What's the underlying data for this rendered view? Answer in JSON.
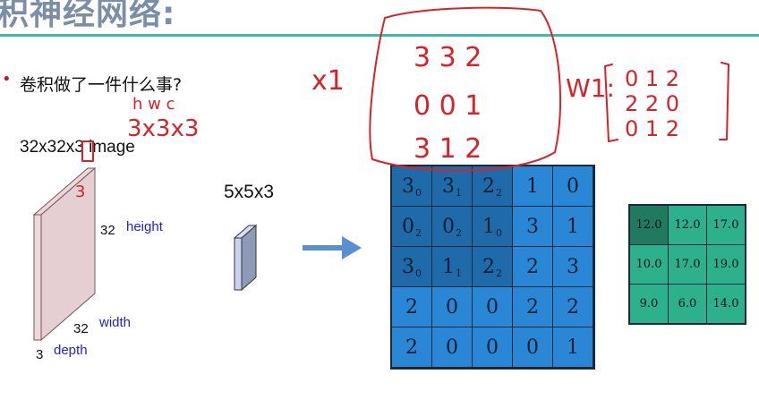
{
  "slide": {
    "title": "积神经网络:",
    "question": "卷积做了一件什么事?",
    "image_label": "32x32x3 image",
    "kernel_label": "5x5x3",
    "dims": {
      "height_value": "32",
      "height_label": "height",
      "width_value": "32",
      "width_label": "width",
      "depth_value": "3",
      "depth_label": "depth"
    },
    "input_grid": [
      [
        {
          "v": "3",
          "s": "0"
        },
        {
          "v": "3",
          "s": "1"
        },
        {
          "v": "2",
          "s": "2"
        },
        {
          "v": "1",
          "s": ""
        },
        {
          "v": "0",
          "s": ""
        }
      ],
      [
        {
          "v": "0",
          "s": "2"
        },
        {
          "v": "0",
          "s": "2"
        },
        {
          "v": "1",
          "s": "0"
        },
        {
          "v": "3",
          "s": ""
        },
        {
          "v": "1",
          "s": ""
        }
      ],
      [
        {
          "v": "3",
          "s": "0"
        },
        {
          "v": "1",
          "s": "1"
        },
        {
          "v": "2",
          "s": "2"
        },
        {
          "v": "2",
          "s": ""
        },
        {
          "v": "3",
          "s": ""
        }
      ],
      [
        {
          "v": "2",
          "s": ""
        },
        {
          "v": "0",
          "s": ""
        },
        {
          "v": "0",
          "s": ""
        },
        {
          "v": "2",
          "s": ""
        },
        {
          "v": "2",
          "s": ""
        }
      ],
      [
        {
          "v": "2",
          "s": ""
        },
        {
          "v": "0",
          "s": ""
        },
        {
          "v": "0",
          "s": ""
        },
        {
          "v": "0",
          "s": ""
        },
        {
          "v": "1",
          "s": ""
        }
      ]
    ],
    "output_grid": [
      [
        "12.0",
        "12.0",
        "17.0"
      ],
      [
        "10.0",
        "17.0",
        "19.0"
      ],
      [
        "9.0",
        "6.0",
        "14.0"
      ]
    ]
  },
  "annotations": {
    "x1_label": "x1",
    "x1_rows": [
      "3 3 2",
      "0 0 1",
      "3 1 2"
    ],
    "w1_label": "W1:",
    "w1_rows": [
      "0 1 2",
      "2 2 0",
      "0 1 2"
    ],
    "hwc_top": "h  w  c",
    "hwc_bottom": "3x3x3",
    "depth_note": "3"
  },
  "colors": {
    "title_gray": "#7a8ea8",
    "rule_teal": "#3fb8b0",
    "grid_blue": "#2a87d6",
    "grid_dark": "#1f6aa8",
    "output_green": "#2db08c",
    "ink_red": "#d8222a"
  }
}
